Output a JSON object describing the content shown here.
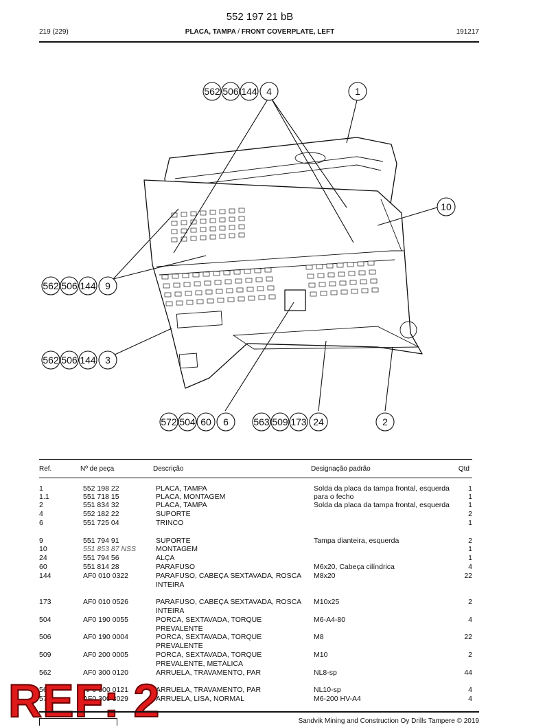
{
  "header": {
    "doc_number": "552 197 21 bB",
    "page": "219 (229)",
    "title_pt": "PLACA, TAMPA",
    "title_sep": "/",
    "title_en": "FRONT COVERPLATE, LEFT",
    "date": "191217"
  },
  "callouts": {
    "top": [
      "562",
      "506",
      "144",
      "4"
    ],
    "top_right": "1",
    "right": "10",
    "left_mid": [
      "562",
      "506",
      "144",
      "9"
    ],
    "left_low": [
      "562",
      "506",
      "144",
      "3"
    ],
    "bottom_a": [
      "572",
      "504",
      "60",
      "6"
    ],
    "bottom_b": [
      "563",
      "509",
      "173",
      "24"
    ],
    "bottom_c": "2"
  },
  "table": {
    "headers": {
      "ref": "Ref.",
      "part": "Nº de peça",
      "desc": "Descrição",
      "std": "Designação padrão",
      "qty": "Qtd"
    },
    "rows": [
      {
        "ref": "1",
        "part": "552 198 22",
        "desc": "PLACA, TAMPA",
        "std": "Solda da placa da tampa frontal, esquerda",
        "qty": "1"
      },
      {
        "ref": "1.1",
        "part": "551 718 15",
        "desc": "PLACA, MONTAGEM",
        "std": "para o fecho",
        "qty": "1"
      },
      {
        "ref": "2",
        "part": "551 834 32",
        "desc": "PLACA, TAMPA",
        "std": "Solda da placa da tampa frontal, esquerda",
        "qty": "1"
      },
      {
        "ref": "4",
        "part": "552 182 22",
        "desc": "SUPORTE",
        "std": "",
        "qty": "2"
      },
      {
        "ref": "6",
        "part": "551 725 04",
        "desc": "TRINCO",
        "std": "",
        "qty": "1"
      },
      {
        "ref": "9",
        "part": "551 794 91",
        "desc": "SUPORTE",
        "std": "Tampa dianteira, esquerda",
        "qty": "2"
      },
      {
        "ref": "10",
        "part": "551 853 87 NSS",
        "desc": "MONTAGEM",
        "std": "",
        "qty": "1"
      },
      {
        "ref": "24",
        "part": "551 794 56",
        "desc": "ALÇA",
        "std": "",
        "qty": "1"
      },
      {
        "ref": "60",
        "part": "551 814 28",
        "desc": "PARAFUSO",
        "std": "M6x20, Cabeça cilíndrica",
        "qty": "4"
      },
      {
        "ref": "144",
        "part": "AF0 010 0322",
        "desc": "PARAFUSO, CABEÇA SEXTAVADA, ROSCA INTEIRA",
        "std": "M8x20",
        "qty": "22"
      },
      {
        "ref": "173",
        "part": "AF0 010 0526",
        "desc": "PARAFUSO, CABEÇA SEXTAVADA, ROSCA INTEIRA",
        "std": "M10x25",
        "qty": "2"
      },
      {
        "ref": "504",
        "part": "AF0 190 0055",
        "desc": "PORCA, SEXTAVADA, TORQUE PREVALENTE",
        "std": "M6-A4-80",
        "qty": "4"
      },
      {
        "ref": "506",
        "part": "AF0 190 0004",
        "desc": "PORCA, SEXTAVADA, TORQUE PREVALENTE",
        "std": "M8",
        "qty": "22"
      },
      {
        "ref": "509",
        "part": "AF0 200 0005",
        "desc": "PORCA, SEXTAVADA, TORQUE PREVALENTE, METÁLICA",
        "std": "M10",
        "qty": "2"
      },
      {
        "ref": "562",
        "part": "AF0 300 0120",
        "desc": "ARRUELA, TRAVAMENTO, PAR",
        "std": "NL8-sp",
        "qty": "44"
      },
      {
        "ref": "563",
        "part": "AF0 300 0121",
        "desc": "ARRUELA, TRAVAMENTO, PAR",
        "std": "NL10-sp",
        "qty": "4"
      },
      {
        "ref": "572",
        "part": "AF0 300 3029",
        "desc": "ARRUELA, LISA, NORMAL",
        "std": "M6-200 HV-A4",
        "qty": "4"
      }
    ]
  },
  "stamp": "REF: 2",
  "footer": {
    "copyright": "Sandvik Mining and Construction Oy Drills Tampere © 2019"
  },
  "colors": {
    "stamp_fill": "#e0191b",
    "stamp_outline": "#6b0000",
    "ink": "#111111",
    "nss_part": "#555555"
  }
}
